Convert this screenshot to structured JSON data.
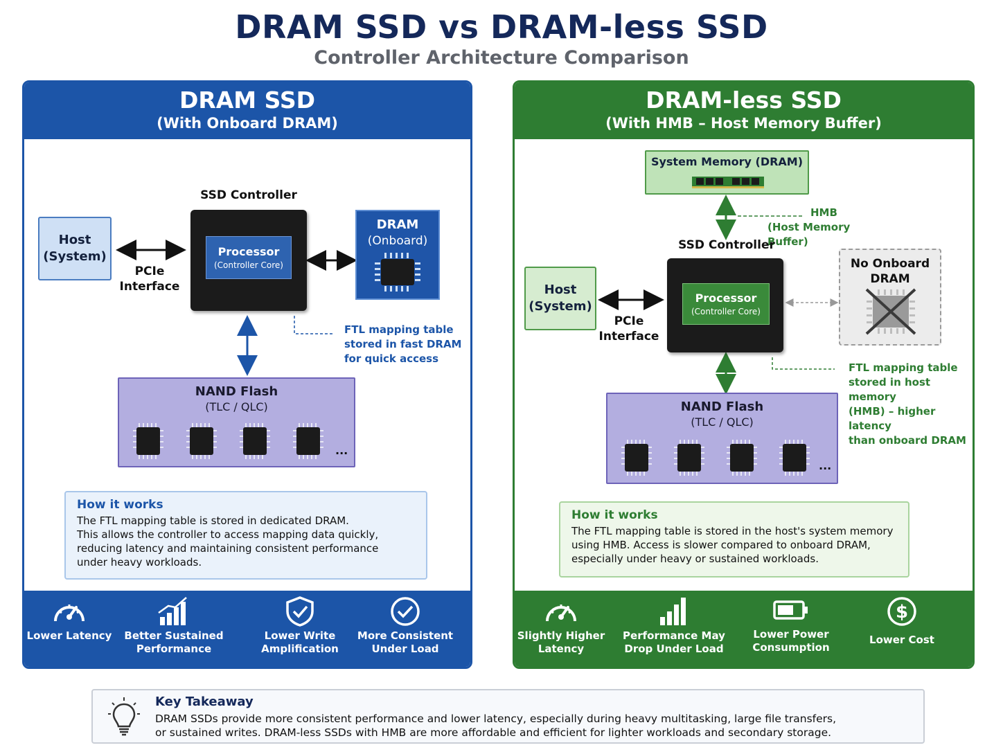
{
  "header": {
    "title": "DRAM SSD vs DRAM-less SSD",
    "subtitle": "Controller Architecture Comparison"
  },
  "left": {
    "title": "DRAM SSD",
    "subtitle": "(With Onboard DRAM)",
    "host_line1": "Host",
    "host_line2": "(System)",
    "interface_line1": "PCIe",
    "interface_line2": "Interface",
    "controller_label": "SSD Controller",
    "processor_line1": "Processor",
    "processor_line2": "(Controller Core)",
    "dram_line1": "DRAM",
    "dram_line2": "(Onboard)",
    "ftl_note": [
      "FTL mapping table",
      "stored in fast DRAM",
      "for quick access"
    ],
    "nand_line1": "NAND Flash",
    "nand_line2": "(TLC / QLC)",
    "nand_more": "...",
    "how_title": "How it works",
    "how_lines": [
      "The FTL mapping table is stored in dedicated DRAM.",
      "This allows the controller to access mapping data quickly,",
      "reducing latency and maintaining consistent performance",
      "under heavy workloads."
    ],
    "features": [
      {
        "icon": "speedometer-icon",
        "line1": "Lower Latency",
        "line2": ""
      },
      {
        "icon": "bar-chart-icon",
        "line1": "Better Sustained",
        "line2": "Performance"
      },
      {
        "icon": "shield-check-icon",
        "line1": "Lower Write",
        "line2": "Amplification"
      },
      {
        "icon": "check-circle-icon",
        "line1": "More Consistent",
        "line2": "Under Load"
      }
    ],
    "accent_color": "#1c55a8"
  },
  "right": {
    "title": "DRAM-less SSD",
    "subtitle": "(With HMB – Host Memory Buffer)",
    "sysmem_label": "System Memory (DRAM)",
    "hmb_line1": "HMB",
    "hmb_line2": "(Host Memory Buffer)",
    "controller_label": "SSD Controller",
    "host_line1": "Host",
    "host_line2": "(System)",
    "interface_line1": "PCIe",
    "interface_line2": "Interface",
    "processor_line1": "Processor",
    "processor_line2": "(Controller Core)",
    "nodram_line1": "No Onboard",
    "nodram_line2": "DRAM",
    "ftl_note": [
      "FTL mapping table",
      "stored in host memory",
      "(HMB) – higher latency",
      "than onboard DRAM"
    ],
    "nand_line1": "NAND Flash",
    "nand_line2": "(TLC / QLC)",
    "nand_more": "...",
    "how_title": "How it works",
    "how_lines": [
      "The FTL mapping table is stored in the host's system memory",
      "using HMB. Access is slower compared to onboard DRAM,",
      "especially under heavy or sustained workloads."
    ],
    "features": [
      {
        "icon": "speedometer-icon",
        "line1": "Slightly Higher",
        "line2": "Latency"
      },
      {
        "icon": "bar-chart-icon",
        "line1": "Performance May",
        "line2": "Drop Under Load"
      },
      {
        "icon": "battery-icon",
        "line1": "Lower Power",
        "line2": "Consumption"
      },
      {
        "icon": "dollar-circle-icon",
        "line1": "Lower Cost",
        "line2": ""
      }
    ],
    "accent_color": "#2e7d32"
  },
  "takeaway": {
    "title": "Key Takeaway",
    "line1": "DRAM SSDs provide more consistent performance and lower latency, especially during heavy multitasking, large file transfers,",
    "line2": "or sustained writes. DRAM-less SSDs with HMB are more affordable and efficient for lighter workloads and secondary storage."
  }
}
